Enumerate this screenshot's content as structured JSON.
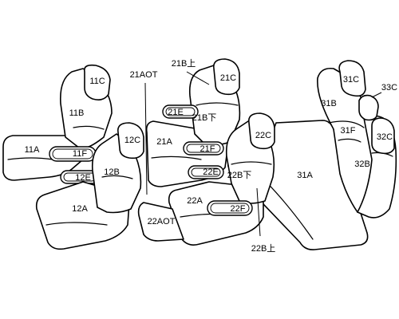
{
  "diagram": {
    "labels": {
      "l11C": "11C",
      "l11B": "11B",
      "l11A": "11A",
      "l11F": "11F",
      "l12E": "12E",
      "l12C": "12C",
      "l12B": "12B",
      "l12A": "12A",
      "l21AOT": "21AOT",
      "l21Bupper": "21B上",
      "l21C": "21C",
      "l21E": "21E",
      "l21Blower": "21B下",
      "l21A": "21A",
      "l21F": "21F",
      "l22E": "22E",
      "l22C": "22C",
      "l22Blower": "22B下",
      "l22A": "22A",
      "l22F": "22F",
      "l22AOT": "22AOT",
      "l22Bupper": "22B上",
      "l31C": "31C",
      "l33C": "33C",
      "l31B": "31B",
      "l31F": "31F",
      "l32C": "32C",
      "l31A": "31A",
      "l32B": "32B"
    }
  }
}
